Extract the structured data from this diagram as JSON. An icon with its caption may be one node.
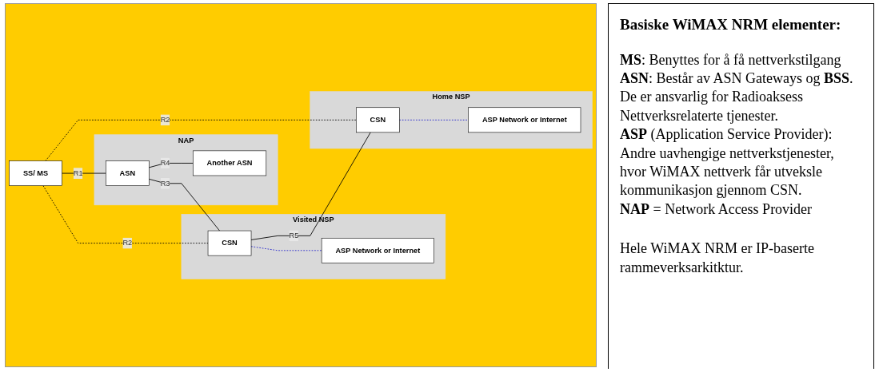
{
  "diagram": {
    "title": "Basiske WiMAX NRM elementer:",
    "nodes": [
      {
        "text": [
          "SS/ MS"
        ]
      },
      {
        "text": [
          "NAP"
        ]
      },
      {
        "text": [
          "ASN"
        ],
        "in": 1
      },
      {
        "text": [
          "Another ASN"
        ],
        "in": 1
      },
      {
        "text": [
          "Visited NSP"
        ]
      },
      {
        "text": [
          "CSN"
        ],
        "in": 4
      },
      {
        "text": [
          "ASP Network or Internet"
        ],
        "in": 4
      },
      {
        "text": [
          "Home NSP"
        ]
      },
      {
        "text": [
          "CSN"
        ],
        "in": 7
      },
      {
        "text": [
          "ASP Network or Internet"
        ],
        "in": 7
      }
    ],
    "edges": [
      {
        "from": 0,
        "to": 2,
        "arrow": "none",
        "label": "R1"
      },
      {
        "from": 2,
        "to": 5,
        "arrow": "none",
        "label": "R3"
      },
      {
        "from": 5,
        "to": 8,
        "arrow": "none",
        "label": "R5"
      },
      {
        "from": 2,
        "to": 3,
        "arrow": "none",
        "label": "R4"
      },
      {
        "from": 0,
        "to": 5,
        "arrow": "none",
        "label": "R2",
        "style": "dashed"
      },
      {
        "from": 0,
        "to": 8,
        "arrow": "none",
        "label": "R2",
        "style": "dashed"
      },
      {
        "from": 5,
        "to": 6,
        "arrow": "none",
        "style": "dashed",
        "color": "#1f1fcc"
      },
      {
        "from": 8,
        "to": 9,
        "arrow": "none",
        "style": "dashed",
        "color": "#1f1fcc"
      }
    ],
    "labels": [
      "**MS**: Benyttes for å få nettverkstilgang",
      "**ASN**: Består av ASN Gateways og **BSS**. De er ansvarlig for Radioaksess Nettverksrelaterte tjenester.",
      "**ASP** (Application Service Provider): Andre uavhengige nettverkstjenester, hvor WiMAX nettverk får utveksle kommunikasjon gjennom CSN.",
      "**NAP** = Network Access Provider",
      "Hele WiMAX NRM er IP-baserte rammeverksarkitktur."
    ]
  }
}
